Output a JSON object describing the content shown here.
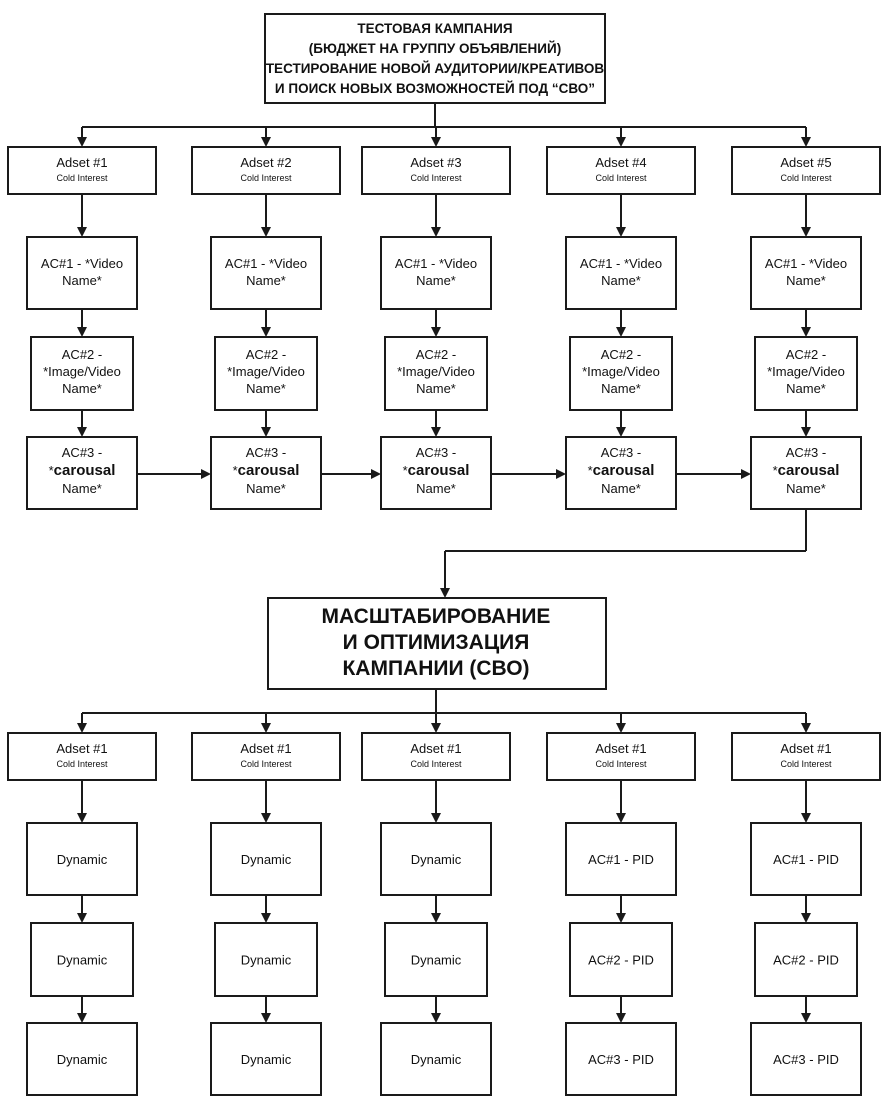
{
  "top_title": {
    "lines": [
      "ТЕСТОВАЯ КАМПАНИЯ",
      "(БЮДЖЕТ НА ГРУППУ ОБЪЯВЛЕНИЙ)",
      "ТЕСТИРОВАНИЕ НОВОЙ АУДИТОРИИ/КРЕАТИВОВ",
      "И ПОИСК НОВЫХ ВОЗМОЖНОСТЕЙ ПОД “СВО”"
    ]
  },
  "test_columns": [
    {
      "adset": "Adset #1",
      "interest": "Cold Interest",
      "ac1": [
        "AC#1 - *Video",
        "Name*"
      ],
      "ac2": [
        "AC#2 -",
        "*Image/Video",
        "Name*"
      ],
      "ac3": {
        "line1": "AC#3 -",
        "prefix": "*",
        "bold": "carousal",
        "line3": "Name*"
      }
    },
    {
      "adset": "Adset #2",
      "interest": "Cold Interest",
      "ac1": [
        "AC#1 - *Video",
        "Name*"
      ],
      "ac2": [
        "AC#2 -",
        "*Image/Video",
        "Name*"
      ],
      "ac3": {
        "line1": "AC#3 -",
        "prefix": "*",
        "bold": "carousal",
        "line3": "Name*"
      }
    },
    {
      "adset": "Adset #3",
      "interest": "Cold Interest",
      "ac1": [
        "AC#1 - *Video",
        "Name*"
      ],
      "ac2": [
        "AC#2 -",
        "*Image/Video",
        "Name*"
      ],
      "ac3": {
        "line1": "AC#3 -",
        "prefix": "*",
        "bold": "carousal",
        "line3": "Name*"
      }
    },
    {
      "adset": "Adset #4",
      "interest": "Cold Interest",
      "ac1": [
        "AC#1 - *Video",
        "Name*"
      ],
      "ac2": [
        "AC#2 -",
        "*Image/Video",
        "Name*"
      ],
      "ac3": {
        "line1": "AC#3 -",
        "prefix": "*",
        "bold": "carousal",
        "line3": "Name*"
      }
    },
    {
      "adset": "Adset #5",
      "interest": "Cold Interest",
      "ac1": [
        "AC#1 - *Video",
        "Name*"
      ],
      "ac2": [
        "AC#2 -",
        "*Image/Video",
        "Name*"
      ],
      "ac3": {
        "line1": "AC#3 -",
        "prefix": "*",
        "bold": "carousal",
        "line3": "Name*"
      }
    }
  ],
  "mid_title": {
    "lines": [
      "МАСШТАБИРОВАНИЕ",
      "И ОПТИМИЗАЦИЯ",
      "КАМПАНИИ (СВО)"
    ]
  },
  "scale_columns": [
    {
      "adset": "Adset #1",
      "interest": "Cold Interest",
      "items": [
        "Dynamic",
        "Dynamic",
        "Dynamic"
      ]
    },
    {
      "adset": "Adset #1",
      "interest": "Cold Interest",
      "items": [
        "Dynamic",
        "Dynamic",
        "Dynamic"
      ]
    },
    {
      "adset": "Adset #1",
      "interest": "Cold Interest",
      "items": [
        "Dynamic",
        "Dynamic",
        "Dynamic"
      ]
    },
    {
      "adset": "Adset #1",
      "interest": "Cold Interest",
      "items": [
        "AC#1 - PID",
        "AC#2 - PID",
        "AC#3 - PID"
      ]
    },
    {
      "adset": "Adset #1",
      "interest": "Cold Interest",
      "items": [
        "AC#1 - PID",
        "AC#2 - PID",
        "AC#3 - PID"
      ]
    }
  ]
}
